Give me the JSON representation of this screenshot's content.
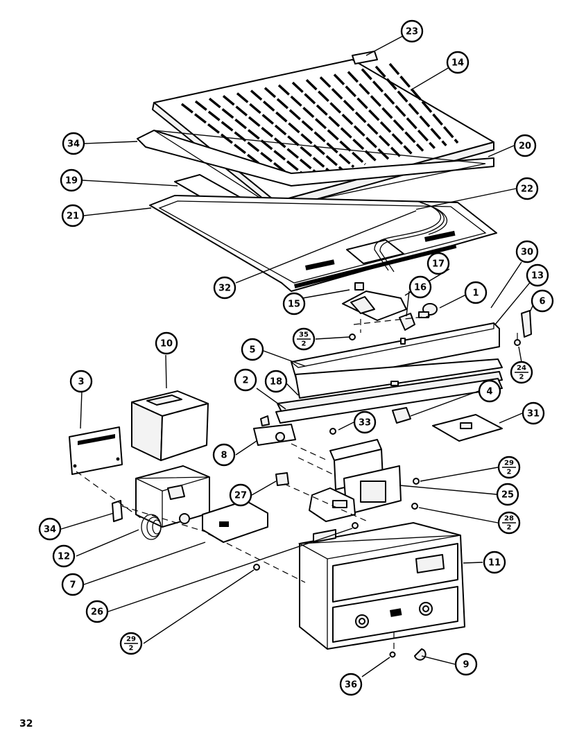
{
  "page_number": "32",
  "callouts": [
    {
      "id": "23",
      "label": "23"
    },
    {
      "id": "14",
      "label": "14"
    },
    {
      "id": "34a",
      "label": "34"
    },
    {
      "id": "20",
      "label": "20"
    },
    {
      "id": "19",
      "label": "19"
    },
    {
      "id": "22",
      "label": "22"
    },
    {
      "id": "21",
      "label": "21"
    },
    {
      "id": "30",
      "label": "30"
    },
    {
      "id": "17",
      "label": "17"
    },
    {
      "id": "13",
      "label": "13"
    },
    {
      "id": "32",
      "label": "32"
    },
    {
      "id": "16",
      "label": "16"
    },
    {
      "id": "1",
      "label": "1"
    },
    {
      "id": "6",
      "label": "6"
    },
    {
      "id": "15",
      "label": "15"
    },
    {
      "id": "35_2",
      "label": "35",
      "sub": "2"
    },
    {
      "id": "10",
      "label": "10"
    },
    {
      "id": "5",
      "label": "5"
    },
    {
      "id": "24_2",
      "label": "24",
      "sub": "2"
    },
    {
      "id": "2",
      "label": "2"
    },
    {
      "id": "18",
      "label": "18"
    },
    {
      "id": "3",
      "label": "3"
    },
    {
      "id": "4",
      "label": "4"
    },
    {
      "id": "33",
      "label": "33"
    },
    {
      "id": "31",
      "label": "31"
    },
    {
      "id": "8",
      "label": "8"
    },
    {
      "id": "29_2a",
      "label": "29",
      "sub": "2"
    },
    {
      "id": "27",
      "label": "27"
    },
    {
      "id": "25",
      "label": "25"
    },
    {
      "id": "34b",
      "label": "34"
    },
    {
      "id": "28_2",
      "label": "28",
      "sub": "2"
    },
    {
      "id": "12",
      "label": "12"
    },
    {
      "id": "11",
      "label": "11"
    },
    {
      "id": "7",
      "label": "7"
    },
    {
      "id": "26",
      "label": "26"
    },
    {
      "id": "29_2b",
      "label": "29",
      "sub": "2"
    },
    {
      "id": "9",
      "label": "9"
    },
    {
      "id": "36",
      "label": "36"
    }
  ]
}
